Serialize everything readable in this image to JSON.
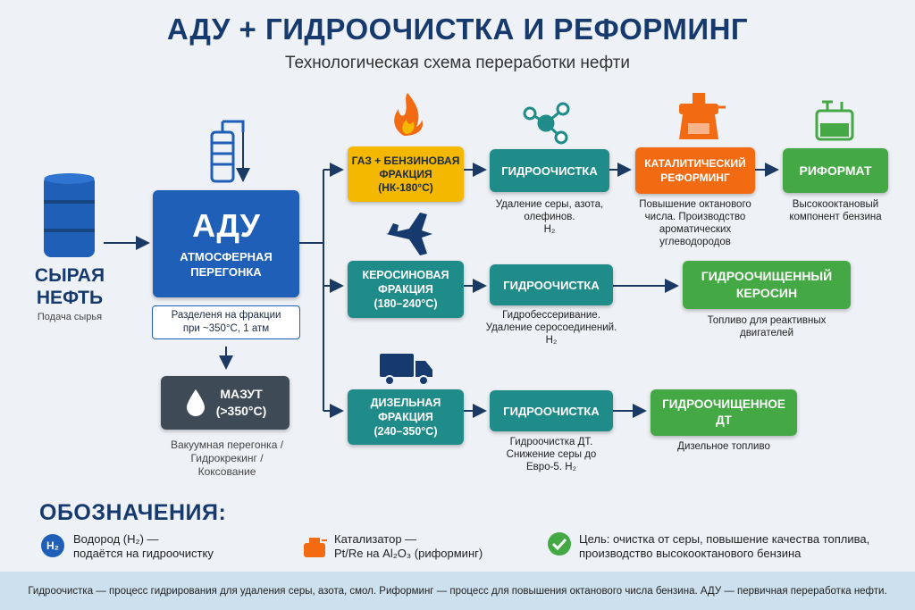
{
  "title": "АДУ + ГИДРООЧИСТКА И РЕФОРМИНГ",
  "subtitle": "Технологическая схема переработки нефти",
  "crude": {
    "label_line1": "СЫРАЯ",
    "label_line2": "НЕФТЬ",
    "caption": "Подача сырья"
  },
  "adu": {
    "title": "АДУ",
    "line1": "АТМОСФЕРНАЯ",
    "line2": "ПЕРЕГОНКА",
    "note_line1": "Разделеня на фракции",
    "note_line2": "при ~350°C, 1 атм"
  },
  "mazut": {
    "line1": "МАЗУТ",
    "line2": "(>350°C)",
    "cap1": "Вакуумная перегонка /",
    "cap2": "Гидрокрекинг /",
    "cap3": "Коксование"
  },
  "gasoline": {
    "fraction_line1": "ГАЗ + БЕНЗИНОВАЯ",
    "fraction_line2": "ФРАКЦИЯ",
    "fraction_line3": "(НК-180°C)",
    "hydro": "ГИДРООЧИСТКА",
    "hydro_cap1": "Удаление серы, азота,",
    "hydro_cap2": "олефинов.",
    "hydro_cap3": "H₂",
    "reform_line1": "КАТАЛИТИЧЕСКИЙ",
    "reform_line2": "РЕФОРМИНГ",
    "reform_cap1": "Повышение октанового",
    "reform_cap2": "числа. Производство",
    "reform_cap3": "ароматических",
    "reform_cap4": "углеводородов",
    "product": "РИФОРМАТ",
    "product_cap1": "Высокооктановый",
    "product_cap2": "компонент бензина"
  },
  "kerosene": {
    "fraction_line1": "КЕРОСИНОВАЯ",
    "fraction_line2": "ФРАКЦИЯ",
    "fraction_line3": "(180–240°C)",
    "hydro": "ГИДРООЧИСТКА",
    "hydro_cap1": "Гидробессеривание.",
    "hydro_cap2": "Удаление серосоединений.",
    "hydro_cap3": "H₂",
    "product_line1": "ГИДРООЧИЩЕННЫЙ",
    "product_line2": "КЕРОСИН",
    "product_cap1": "Топливо для реактивных",
    "product_cap2": "двигателей"
  },
  "diesel": {
    "fraction_line1": "ДИЗЕЛЬНАЯ",
    "fraction_line2": "ФРАКЦИЯ",
    "fraction_line3": "(240–350°C)",
    "hydro": "ГИДРООЧИСТКА",
    "hydro_cap1": "Гидроочистка ДТ.",
    "hydro_cap2": "Снижение серы до",
    "hydro_cap3": "Евро-5. H₂",
    "product_line1": "ГИДРООЧИЩЕННОЕ",
    "product_line2": "ДТ",
    "product_cap": "Дизельное топливо"
  },
  "legend": {
    "heading": "ОБОЗНАЧЕНИЯ:",
    "h2_badge": "H₂",
    "h2_line1": "Водород (H₂) —",
    "h2_line2": "подаётся на гидроочистку",
    "cat_line1": "Катализатор —",
    "cat_line2": "Pt/Re на Al₂O₃ (риформинг)",
    "goal_line1": "Цель: очистка от серы, повышение качества топлива,",
    "goal_line2": "производство высокооктанового бензина"
  },
  "footer": "Гидроочистка — процесс гидрирования для удаления серы, азота, смол. Риформинг — процесс для повышения октанового числа бензина. АДУ — первичная переработка нефти.",
  "colors": {
    "navy": "#173a6e",
    "blue": "#1f5fb8",
    "yellow": "#f5b800",
    "teal": "#1f8c8a",
    "orange": "#f26a12",
    "green": "#44a844",
    "dark": "#3f4a57"
  },
  "icons": [
    "barrel-icon",
    "column-icon",
    "flame-icon",
    "molecule-icon",
    "reactor-icon",
    "tank-icon",
    "airplane-icon",
    "truck-icon",
    "drop-icon",
    "check-icon"
  ]
}
